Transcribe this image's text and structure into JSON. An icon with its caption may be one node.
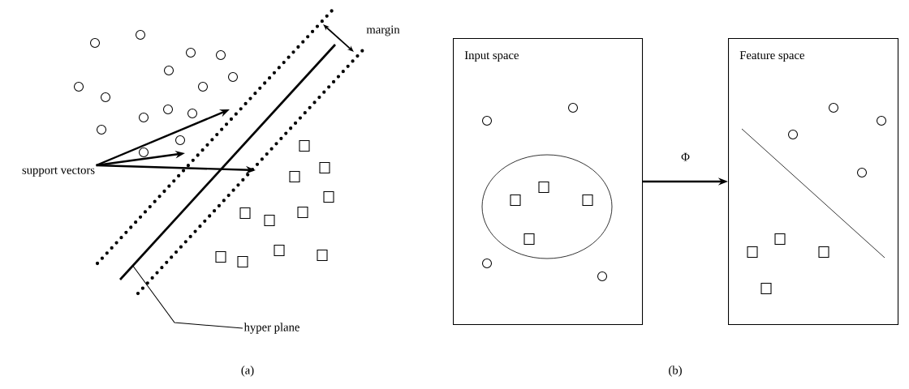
{
  "diagram": {
    "nodes": [
      {
        "text": [
          "support vectors"
        ]
      },
      {
        "text": [
          "hyper plane"
        ]
      },
      {
        "text": [
          "Input space"
        ]
      },
      {
        "text": [
          "Feature space"
        ]
      }
    ],
    "edges": [
      {
        "from": 0,
        "to": null,
        "arrow": "to"
      },
      {
        "from": 0,
        "to": null,
        "arrow": "to"
      },
      {
        "from": 0,
        "to": null,
        "arrow": "to"
      },
      {
        "from": 1,
        "to": null,
        "arrow": "none"
      },
      {
        "from": 2,
        "to": 3,
        "arrow": "to",
        "label": "Φ"
      }
    ],
    "labels": [
      "margin",
      "(a)",
      "(b)"
    ]
  }
}
